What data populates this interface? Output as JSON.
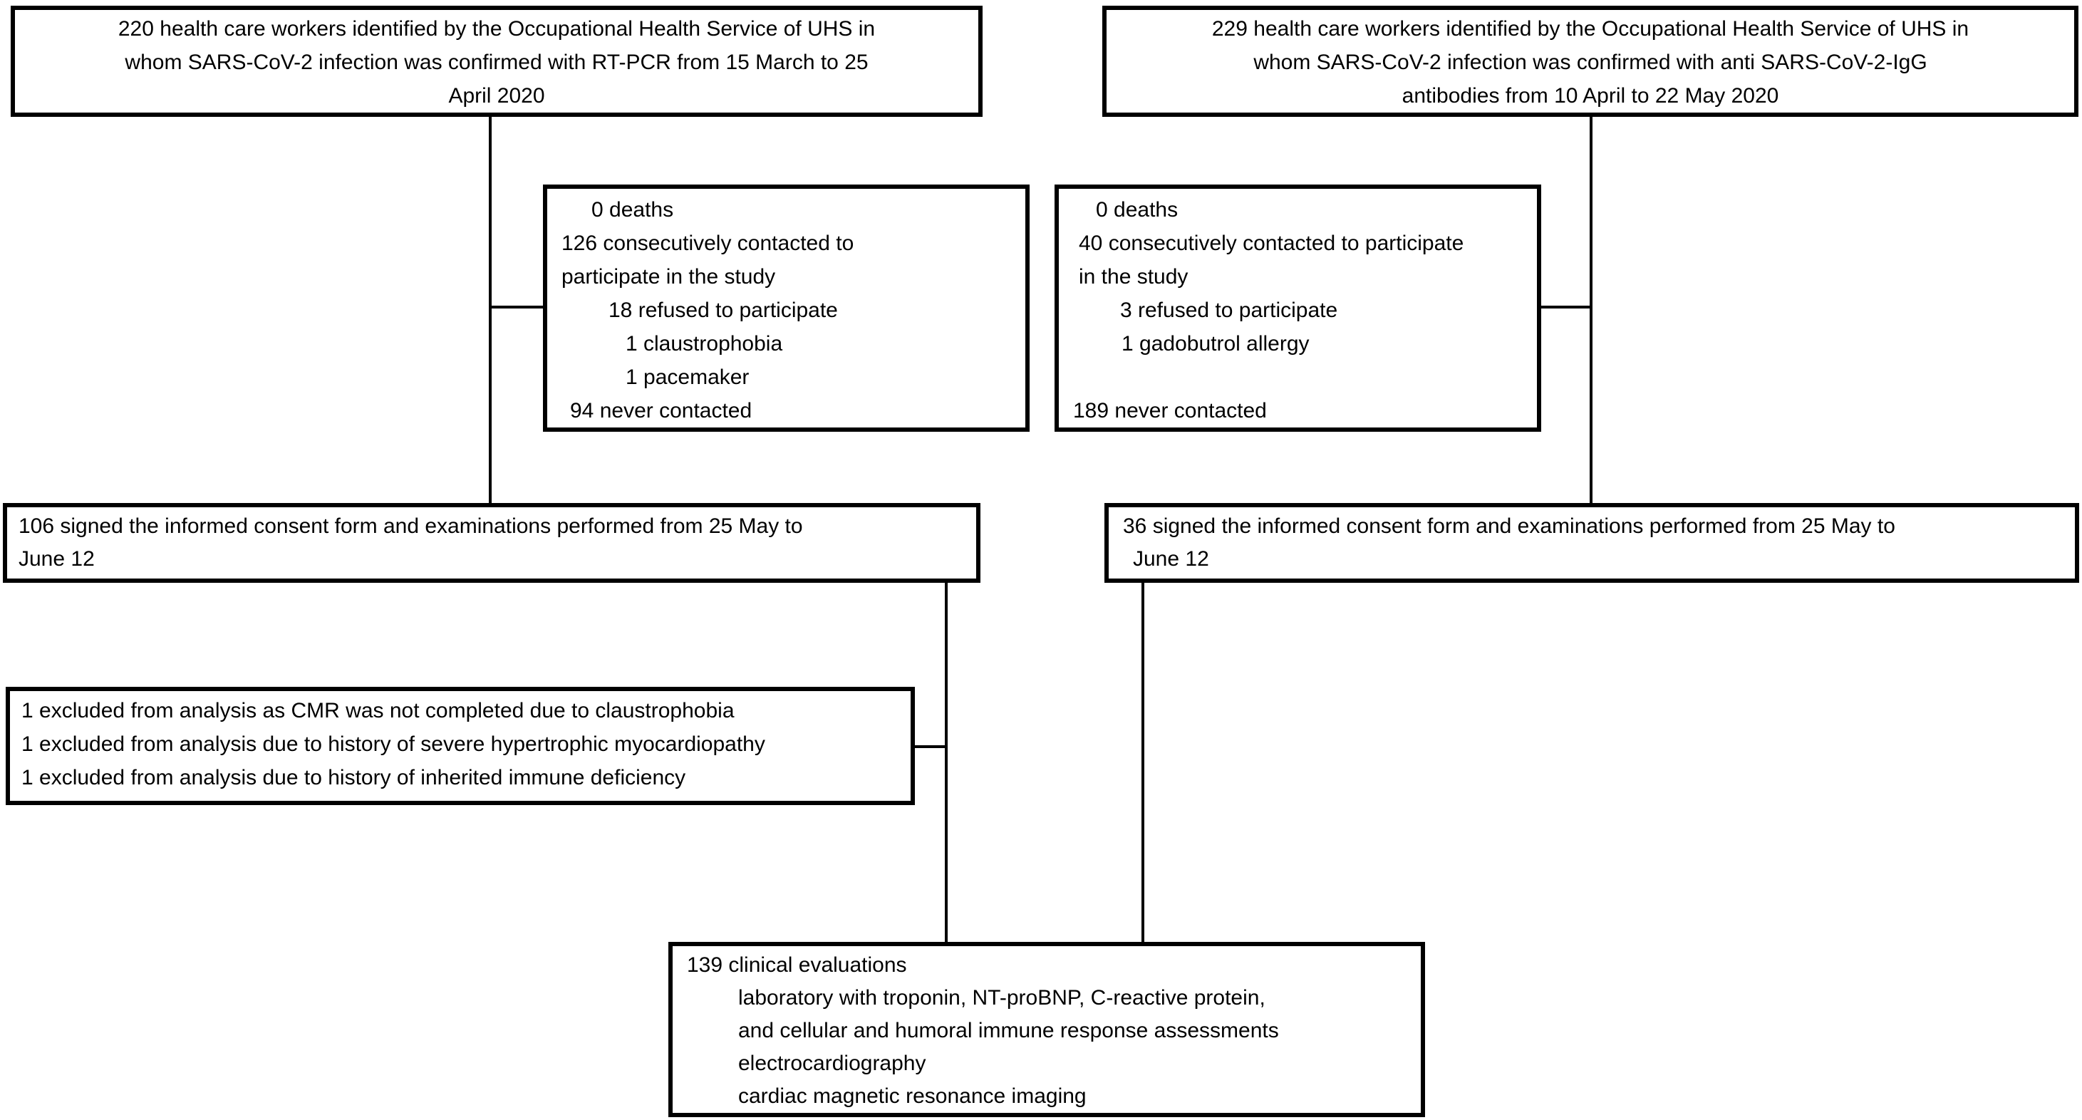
{
  "diagram": {
    "title": "Study flow diagram",
    "background_color": "#ffffff",
    "line_color": "#000000",
    "boxes": {
      "rtpcr_cohort": {
        "lines": [
          "220 health care workers identified by the Occupational Health Service of UHS in",
          "whom SARS-CoV-2 infection was confirmed with RT-PCR from 15 March to 25",
          "April 2020"
        ]
      },
      "igg_cohort": {
        "lines": [
          "229 health care workers identified by the Occupational Health Service of UHS in",
          "whom SARS-CoV-2 infection was confirmed with anti SARS-CoV-2-IgG",
          "antibodies from 10 April to 22 May 2020"
        ]
      },
      "contact_left": {
        "lines": [
          "0 deaths",
          "126 consecutively contacted to",
          "participate in the study",
          "18 refused to participate",
          "1 claustrophobia",
          "1 pacemaker",
          "94 never contacted"
        ]
      },
      "contact_right": {
        "lines": [
          "0 deaths",
          "40 consecutively contacted to participate",
          "in the study",
          "3 refused to participate",
          "1 gadobutrol allergy",
          "189 never contacted"
        ]
      },
      "consent_left": {
        "lines": [
          "106 signed the informed consent form and examinations performed from 25 May to",
          "June 12"
        ]
      },
      "consent_right": {
        "lines": [
          "36 signed the informed consent form and examinations performed from 25 May to",
          "June 12"
        ]
      },
      "excluded": {
        "lines": [
          "1 excluded from analysis as CMR was not completed due to claustrophobia",
          "1 excluded from analysis due to history of severe hypertrophic myocardiopathy",
          "1 excluded from analysis due to history of inherited immune deficiency"
        ]
      },
      "final_evaluations": {
        "lines": [
          "139 clinical evaluations",
          "laboratory with troponin, NT-proBNP, C-reactive protein,",
          "and cellular and humoral immune response assessments",
          "electrocardiography",
          "cardiac magnetic resonance imaging"
        ]
      }
    }
  }
}
